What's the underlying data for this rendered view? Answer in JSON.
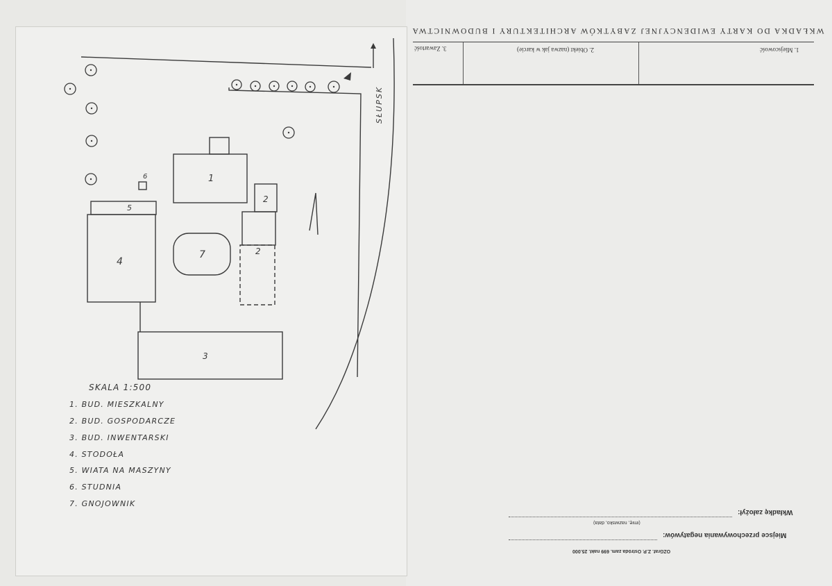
{
  "header": {
    "title": "WKŁADKA DO KARTY EWIDENCYJNEJ ZABYTKÓW ARCHITEKTURY I BUDOWNICTWA",
    "subtitle": "",
    "col1": "1. Miejscowość",
    "col2": "2. Obiekt (nazwa jak w karcie)",
    "col3": "3. Zawartość"
  },
  "plan": {
    "road_label": "SŁUPSK",
    "buildings": [
      "1",
      "2",
      "2",
      "3",
      "4",
      "5",
      "6",
      "7"
    ]
  },
  "legend": {
    "scale": "SKALA 1:500",
    "items": [
      "1. BUD. MIESZKALNY",
      "2. BUD. GOSPODARCZE",
      "3. BUD. INWENTARSKI",
      "4. STODOŁA",
      "5. WIATA NA MASZYNY",
      "6. STUDNIA",
      "7. GNOJOWNIK"
    ]
  },
  "footer": {
    "compiled_label": "Wkładkę założył:",
    "compiled_hint": "(imię, nazwisko, data)",
    "negatives_label": "Miejsce przechowywania negatywów:",
    "print_info": "OZGraf. Z.P. Ostróda zam. 699 nakł. 25.000"
  }
}
